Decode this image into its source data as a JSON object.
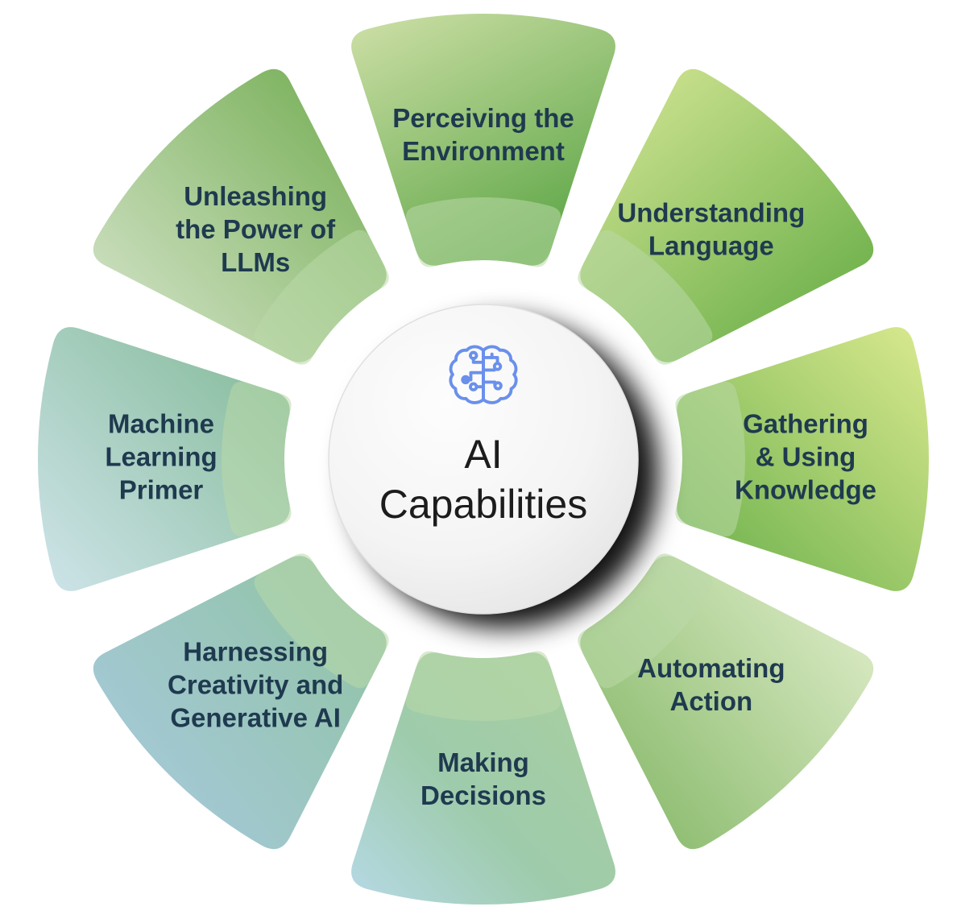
{
  "diagram": {
    "type": "radial-wheel",
    "title": "AI Capabilities",
    "center": {
      "icon": "brain-circuit-icon",
      "icon_color": "#6a90ec",
      "title_line1": "AI",
      "title_line2": "Capabilities",
      "title_color": "#1c1c1c",
      "background": "#f1f1f1"
    },
    "label_color": "#1f3a4f",
    "segment_count": 8,
    "segments": [
      {
        "id": "perceiving-the-environment",
        "lines": [
          "Perceiving the",
          "Environment"
        ],
        "position": "top",
        "color_start": "#cfe0a8",
        "color_end": "#63a94b"
      },
      {
        "id": "understanding-language",
        "lines": [
          "Understanding",
          "Language"
        ],
        "position": "top-right",
        "color_start": "#d9e898",
        "color_end": "#6cb04a"
      },
      {
        "id": "gathering-and-using-knowledge",
        "lines": [
          "Gathering",
          "& Using",
          "Knowledge"
        ],
        "position": "right",
        "color_start": "#dae98f",
        "color_end": "#6fb24e"
      },
      {
        "id": "automating-action",
        "lines": [
          "Automating",
          "Action"
        ],
        "position": "bottom-right",
        "color_start": "#dcebc6",
        "color_end": "#7db35f"
      },
      {
        "id": "making-decisions",
        "lines": [
          "Making",
          "Decisions"
        ],
        "position": "bottom",
        "color_start": "#b6d9e6",
        "color_end": "#8cc49a"
      },
      {
        "id": "harnessing-creativity-and-generative-ai",
        "lines": [
          "Harnessing",
          "Creativity and",
          "Generative AI"
        ],
        "position": "bottom-left",
        "color_start": "#a8c9df",
        "color_end": "#8fc3a2"
      },
      {
        "id": "machine-learning-primer",
        "lines": [
          "Machine",
          "Learning",
          "Primer"
        ],
        "position": "left",
        "color_start": "#cfe4ea",
        "color_end": "#7fb894"
      },
      {
        "id": "unleashing-the-power-of-llms",
        "lines": [
          "Unleashing",
          "the Power of",
          "LLMs"
        ],
        "position": "top-left",
        "color_start": "#d7e5cd",
        "color_end": "#73ad52"
      }
    ],
    "inner_ring": {
      "color": "#b9d9a8",
      "opacity": 0.55
    }
  }
}
